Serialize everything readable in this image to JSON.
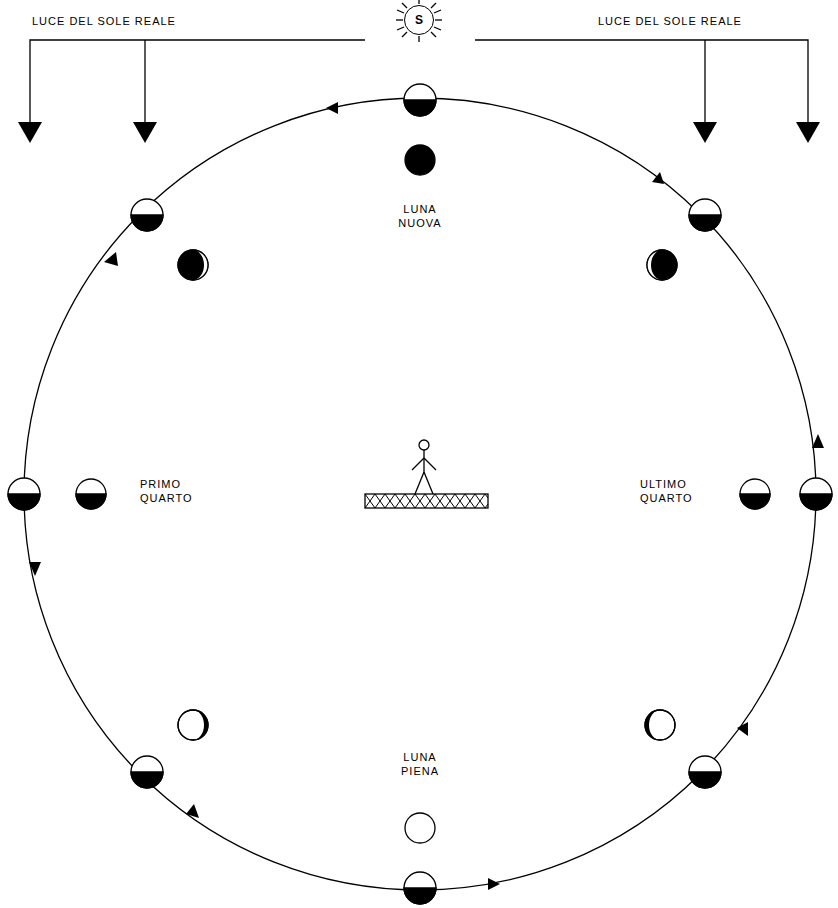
{
  "diagram": {
    "nodes": [
      {
        "text": [
          "S"
        ]
      }
    ],
    "labels": [
      "LUCE DEL SOLE REALE",
      "LUCE DEL SOLE REALE",
      "LUNA NUOVA",
      "PRIMO QUARTO",
      "ULTIMO QUARTO",
      "LUNA PIENA"
    ]
  }
}
